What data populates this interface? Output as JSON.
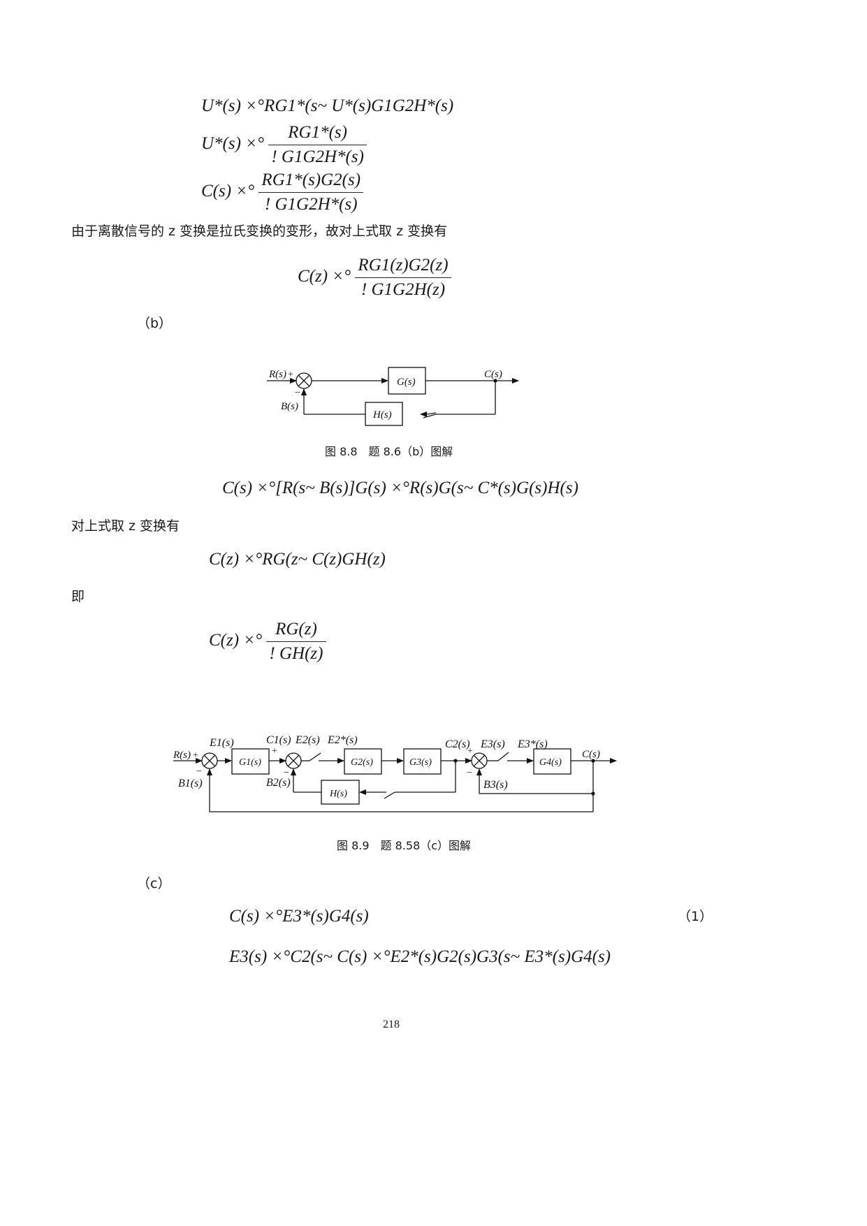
{
  "eq_a": {
    "line1": "U*(s) ×°RG1*(s~  U*(s)G1G2H*(s)",
    "line2_lhs": "U*(s) ×°",
    "line2_num": "RG1*(s)",
    "line2_den": "!  G1G2H*(s)",
    "line3_lhs": "C(s) ×°",
    "line3_num": "RG1*(s)G2(s)",
    "line3_den": "!  G1G2H*(s)"
  },
  "text_z1": "由于离散信号的 z 变换是拉氏变换的变形，故对上式取 z 变换有",
  "eq_a_z": {
    "lhs": "C(z) ×°",
    "num": "RG1(z)G2(z)",
    "den": "!  G1G2H(z)"
  },
  "label_b": "（b）",
  "fig88": {
    "caption": "图 8.8　题 8.6（b）图解",
    "R_label": "R(s)",
    "plus": "+",
    "minus": "−",
    "G_label": "G(s)",
    "C_label": "C(s)",
    "B_label": "B(s)",
    "H_label": "H(s)"
  },
  "eq_b1": "C(s) ×°[R(s~  B(s)]G(s) ×°R(s)G(s~  C*(s)G(s)H(s)",
  "text_z2": "对上式取 z 变换有",
  "eq_b2": "C(z) ×°RG(z~  C(z)GH(z)",
  "text_ji": "即",
  "eq_b3": {
    "lhs": "C(z) ×°",
    "num": "RG(z)",
    "den": "!  GH(z)"
  },
  "fig89": {
    "caption": "图 8.9　题 8.58（c）图解",
    "R_label": "R(s)",
    "E1_label": "E1(s)",
    "B1_label": "B1(s)",
    "G1_label": "G1(s)",
    "C1_label": "C1(s)",
    "E2_label": "E2(s)",
    "E2s_label": "E2*(s)",
    "B2_label": "B2(s)",
    "G2_label": "G2(s)",
    "G3_label": "G3(s)",
    "H_label": "H(s)",
    "C2_label": "C2(s)",
    "E3_label": "E3(s)",
    "E3s_label": "E3*(s)",
    "B3_label": "B3(s)",
    "G4_label": "G4(s)",
    "C_label": "C(s)",
    "plus": "+",
    "minus": "−"
  },
  "label_c": "（c）",
  "eq_c1": "C(s) ×°E3*(s)G4(s)",
  "eq_c1_num": "（1）",
  "eq_c2": "E3(s) ×°C2(s~  C(s) ×°E2*(s)G2(s)G3(s~  E3*(s)G4(s)",
  "page_number": "218"
}
